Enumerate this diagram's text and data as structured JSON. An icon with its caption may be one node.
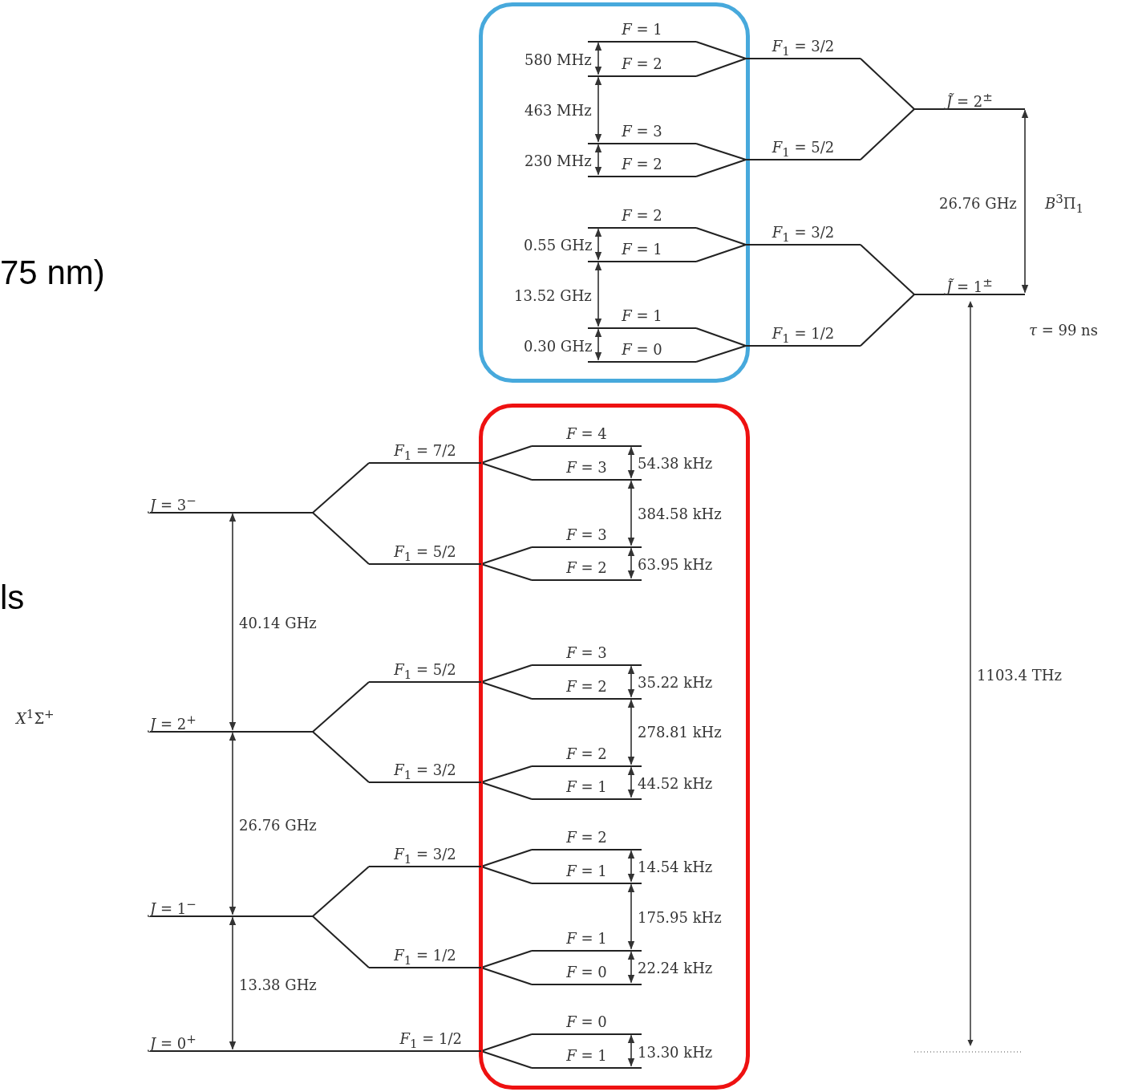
{
  "diagram": {
    "nodes": [
      {
        "text": [],
        "shape": "box"
      },
      {
        "text": [
          "*F* = 1"
        ],
        "in": 0
      },
      {
        "text": [
          "*F* = 2"
        ],
        "in": 0
      },
      {
        "text": [
          "*F* = 3"
        ],
        "in": 0
      },
      {
        "text": [
          "*F* = 2"
        ],
        "in": 0
      },
      {
        "text": [
          "*F* = 2"
        ],
        "in": 0
      },
      {
        "text": [
          "*F* = 1"
        ],
        "in": 0
      },
      {
        "text": [
          "*F* = 1"
        ],
        "in": 0
      },
      {
        "text": [
          "*F* = 0"
        ],
        "in": 0
      },
      {
        "text": [
          "*F*$_{1}$ = 3/2"
        ]
      },
      {
        "text": [
          "*F*$_{1}$ = 5/2"
        ]
      },
      {
        "text": [
          "*J̃* = 2$^{±}$"
        ]
      },
      {
        "text": [
          "*F*$_{1}$ = 3/2"
        ]
      },
      {
        "text": [
          "*F*$_{1}$ = 1/2"
        ]
      },
      {
        "text": [
          "*J̃* = 1$^{±}$"
        ]
      },
      {
        "text": [],
        "shape": "box"
      },
      {
        "text": [
          "*F* = 4"
        ],
        "in": 15
      },
      {
        "text": [
          "*F* = 3"
        ],
        "in": 15
      },
      {
        "text": [
          "*F* = 3"
        ],
        "in": 15
      },
      {
        "text": [
          "*F* = 2"
        ],
        "in": 15
      },
      {
        "text": [
          "*F* = 3"
        ],
        "in": 15
      },
      {
        "text": [
          "*F* = 2"
        ],
        "in": 15
      },
      {
        "text": [
          "*F* = 2"
        ],
        "in": 15
      },
      {
        "text": [
          "*F* = 1"
        ],
        "in": 15
      },
      {
        "text": [
          "*F* = 2"
        ],
        "in": 15
      },
      {
        "text": [
          "*F* = 1"
        ],
        "in": 15
      },
      {
        "text": [
          "*F* = 1"
        ],
        "in": 15
      },
      {
        "text": [
          "*F* = 0"
        ],
        "in": 15
      },
      {
        "text": [
          "*F* = 0"
        ],
        "in": 15
      },
      {
        "text": [
          "*F* = 1"
        ],
        "in": 15
      },
      {
        "text": [
          "*F*$_{1}$ = 7/2"
        ]
      },
      {
        "text": [
          "*F*$_{1}$ = 5/2"
        ]
      },
      {
        "text": [
          "*J* = 3$^{−}$"
        ]
      },
      {
        "text": [
          "*F*$_{1}$ = 5/2"
        ]
      },
      {
        "text": [
          "*J* = 2$^{+}$"
        ]
      },
      {
        "text": [
          "*F*$_{1}$ = 3/2"
        ]
      },
      {
        "text": [
          "*F*$_{1}$ = 3/2"
        ]
      },
      {
        "text": [
          "*J* = 1$^{−}$"
        ]
      },
      {
        "text": [
          "*F*$_{1}$ = 1/2"
        ]
      },
      {
        "text": [
          "*J* = 0$^{+}$",
          "*F*$_{1}$ = 1/2"
        ]
      }
    ],
    "edges": [
      {
        "from": 9,
        "to": 1,
        "arrow": "none"
      },
      {
        "from": 9,
        "to": 2,
        "arrow": "none"
      },
      {
        "from": 10,
        "to": 3,
        "arrow": "none"
      },
      {
        "from": 10,
        "to": 4,
        "arrow": "none"
      },
      {
        "from": 11,
        "to": 9,
        "arrow": "none"
      },
      {
        "from": 11,
        "to": 10,
        "arrow": "none"
      },
      {
        "from": 12,
        "to": 5,
        "arrow": "none"
      },
      {
        "from": 12,
        "to": 6,
        "arrow": "none"
      },
      {
        "from": 13,
        "to": 7,
        "arrow": "none"
      },
      {
        "from": 13,
        "to": 8,
        "arrow": "none"
      },
      {
        "from": 14,
        "to": 12,
        "arrow": "none"
      },
      {
        "from": 14,
        "to": 13,
        "arrow": "none"
      },
      {
        "from": 32,
        "to": 30,
        "arrow": "none"
      },
      {
        "from": 32,
        "to": 31,
        "arrow": "none"
      },
      {
        "from": 30,
        "to": 16,
        "arrow": "none"
      },
      {
        "from": 30,
        "to": 17,
        "arrow": "none"
      },
      {
        "from": 31,
        "to": 18,
        "arrow": "none"
      },
      {
        "from": 31,
        "to": 19,
        "arrow": "none"
      },
      {
        "from": 34,
        "to": 33,
        "arrow": "none"
      },
      {
        "from": 34,
        "to": 35,
        "arrow": "none"
      },
      {
        "from": 33,
        "to": 20,
        "arrow": "none"
      },
      {
        "from": 33,
        "to": 21,
        "arrow": "none"
      },
      {
        "from": 35,
        "to": 22,
        "arrow": "none"
      },
      {
        "from": 35,
        "to": 23,
        "arrow": "none"
      },
      {
        "from": 37,
        "to": 36,
        "arrow": "none"
      },
      {
        "from": 37,
        "to": 38,
        "arrow": "none"
      },
      {
        "from": 36,
        "to": 24,
        "arrow": "none"
      },
      {
        "from": 36,
        "to": 25,
        "arrow": "none"
      },
      {
        "from": 38,
        "to": 26,
        "arrow": "none"
      },
      {
        "from": 38,
        "to": 27,
        "arrow": "none"
      },
      {
        "from": 39,
        "to": 28,
        "arrow": "none"
      },
      {
        "from": 39,
        "to": 29,
        "arrow": "none"
      },
      {
        "from": 1,
        "to": 2,
        "arrow": "both",
        "label": "580 MHz"
      },
      {
        "from": 2,
        "to": 3,
        "arrow": "both",
        "label": "463 MHz"
      },
      {
        "from": 3,
        "to": 4,
        "arrow": "both",
        "label": "230 MHz"
      },
      {
        "from": 5,
        "to": 6,
        "arrow": "both",
        "label": "0.55 GHz"
      },
      {
        "from": 6,
        "to": 7,
        "arrow": "both",
        "label": "13.52 GHz"
      },
      {
        "from": 7,
        "to": 8,
        "arrow": "both",
        "label": "0.30 GHz"
      },
      {
        "from": 11,
        "to": 14,
        "arrow": "both",
        "label": "26.76 GHz"
      },
      {
        "from": 32,
        "to": 34,
        "arrow": "both",
        "label": "40.14 GHz"
      },
      {
        "from": 34,
        "to": 37,
        "arrow": "both",
        "label": "26.76 GHz"
      },
      {
        "from": 37,
        "to": 39,
        "arrow": "both",
        "label": "13.38 GHz"
      },
      {
        "from": 16,
        "to": 17,
        "arrow": "both",
        "label": "54.38 kHz"
      },
      {
        "from": 17,
        "to": 18,
        "arrow": "both",
        "label": "384.58 kHz"
      },
      {
        "from": 18,
        "to": 19,
        "arrow": "both",
        "label": "63.95 kHz"
      },
      {
        "from": 20,
        "to": 21,
        "arrow": "both",
        "label": "35.22 kHz"
      },
      {
        "from": 21,
        "to": 22,
        "arrow": "both",
        "label": "278.81 kHz"
      },
      {
        "from": 22,
        "to": 23,
        "arrow": "both",
        "label": "44.52 kHz"
      },
      {
        "from": 24,
        "to": 25,
        "arrow": "both",
        "label": "14.54 kHz"
      },
      {
        "from": 25,
        "to": 26,
        "arrow": "both",
        "label": "175.95 kHz"
      },
      {
        "from": 26,
        "to": 27,
        "arrow": "both",
        "label": "22.24 kHz"
      },
      {
        "from": 28,
        "to": 29,
        "arrow": "both",
        "label": "13.30 kHz"
      }
    ],
    "labels": [
      "*B*$^{3}$Π$_{1}$",
      "75 nm)",
      "*τ* = 99 ns",
      "ls",
      "1103.4 THz",
      "*X*$^{1}$Σ$^{+}$"
    ]
  }
}
